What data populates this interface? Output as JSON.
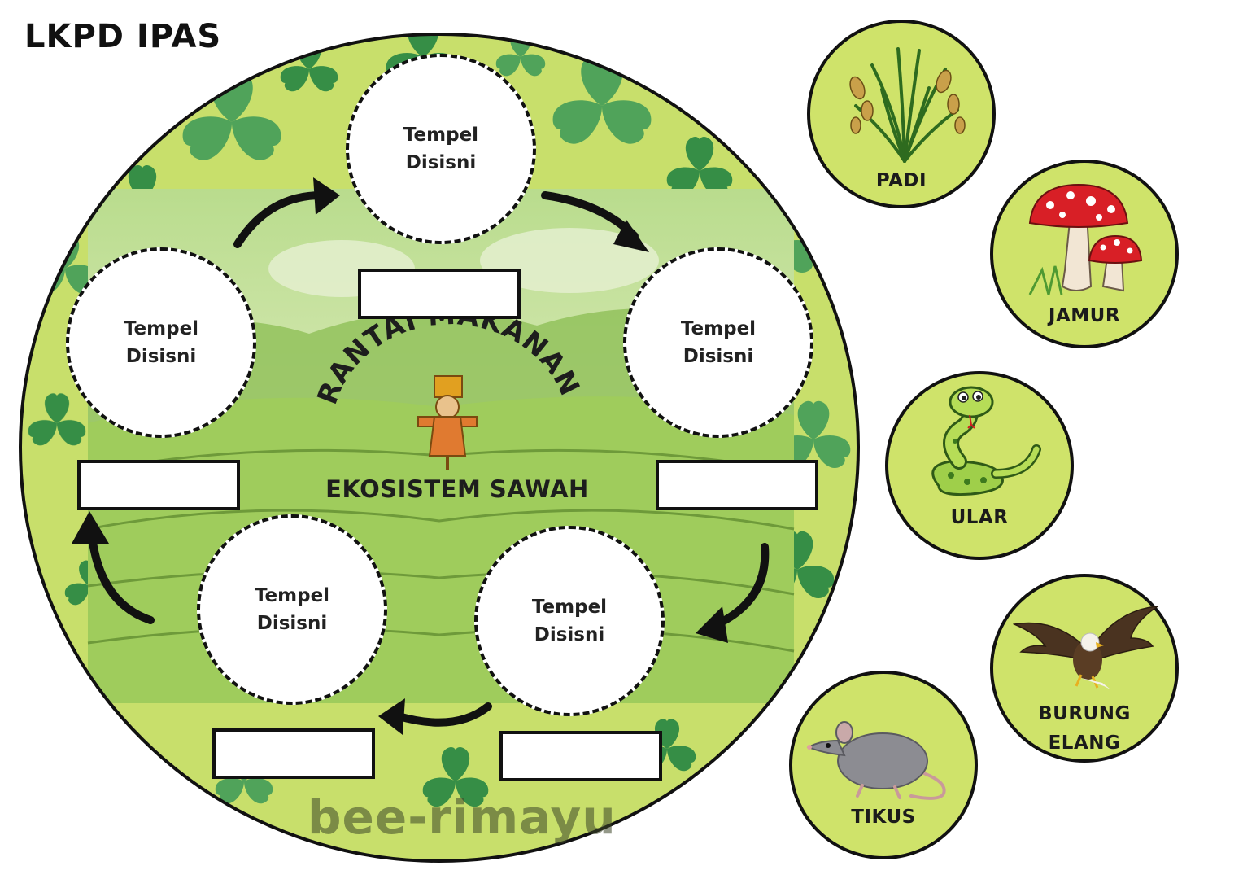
{
  "page_title": "LKPD IPAS",
  "diagram": {
    "arc_title": "RANTAI MAKANAN",
    "subtitle": "EKOSISTEM SAWAH",
    "slot_line1": "Tempel",
    "slot_line2": "Disisni",
    "watermark": "bee-rimayu"
  },
  "cards": [
    {
      "label": "PADI",
      "icon": "rice-plant-icon"
    },
    {
      "label": "JAMUR",
      "icon": "mushroom-icon"
    },
    {
      "label": "ULAR",
      "icon": "snake-icon"
    },
    {
      "label": "BURUNG",
      "label2": "ELANG",
      "icon": "eagle-icon"
    },
    {
      "label": "TIKUS",
      "icon": "rat-icon"
    }
  ],
  "colors": {
    "wheel_fill": "#c8df6b",
    "card_fill": "#cfe36a",
    "clover": "#2f8a45",
    "outline": "#111111"
  }
}
